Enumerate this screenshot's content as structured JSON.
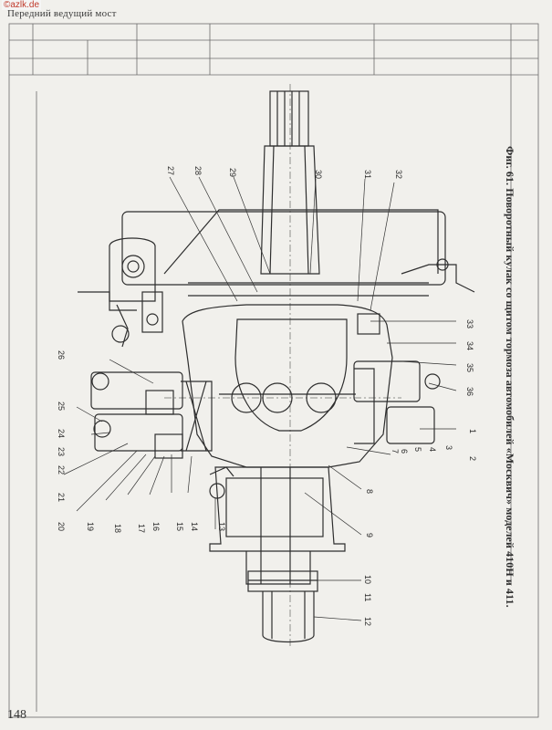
{
  "watermark": "©azlk.de",
  "running_head": "Передний ведущий мост",
  "page_number": "148",
  "caption": "Фиг. 61. Поворотный кулак со щитом тормоза автомобилей «Москвич» моделей 410Н и 411.",
  "callouts": [
    "1",
    "2",
    "3",
    "4",
    "5",
    "6",
    "7",
    "8",
    "9",
    "10",
    "11",
    "12",
    "13",
    "14",
    "15",
    "16",
    "17",
    "18",
    "19",
    "20",
    "21",
    "22",
    "23",
    "24",
    "25",
    "26",
    "27",
    "28",
    "29",
    "30",
    "31",
    "32",
    "33",
    "34",
    "35",
    "36"
  ]
}
